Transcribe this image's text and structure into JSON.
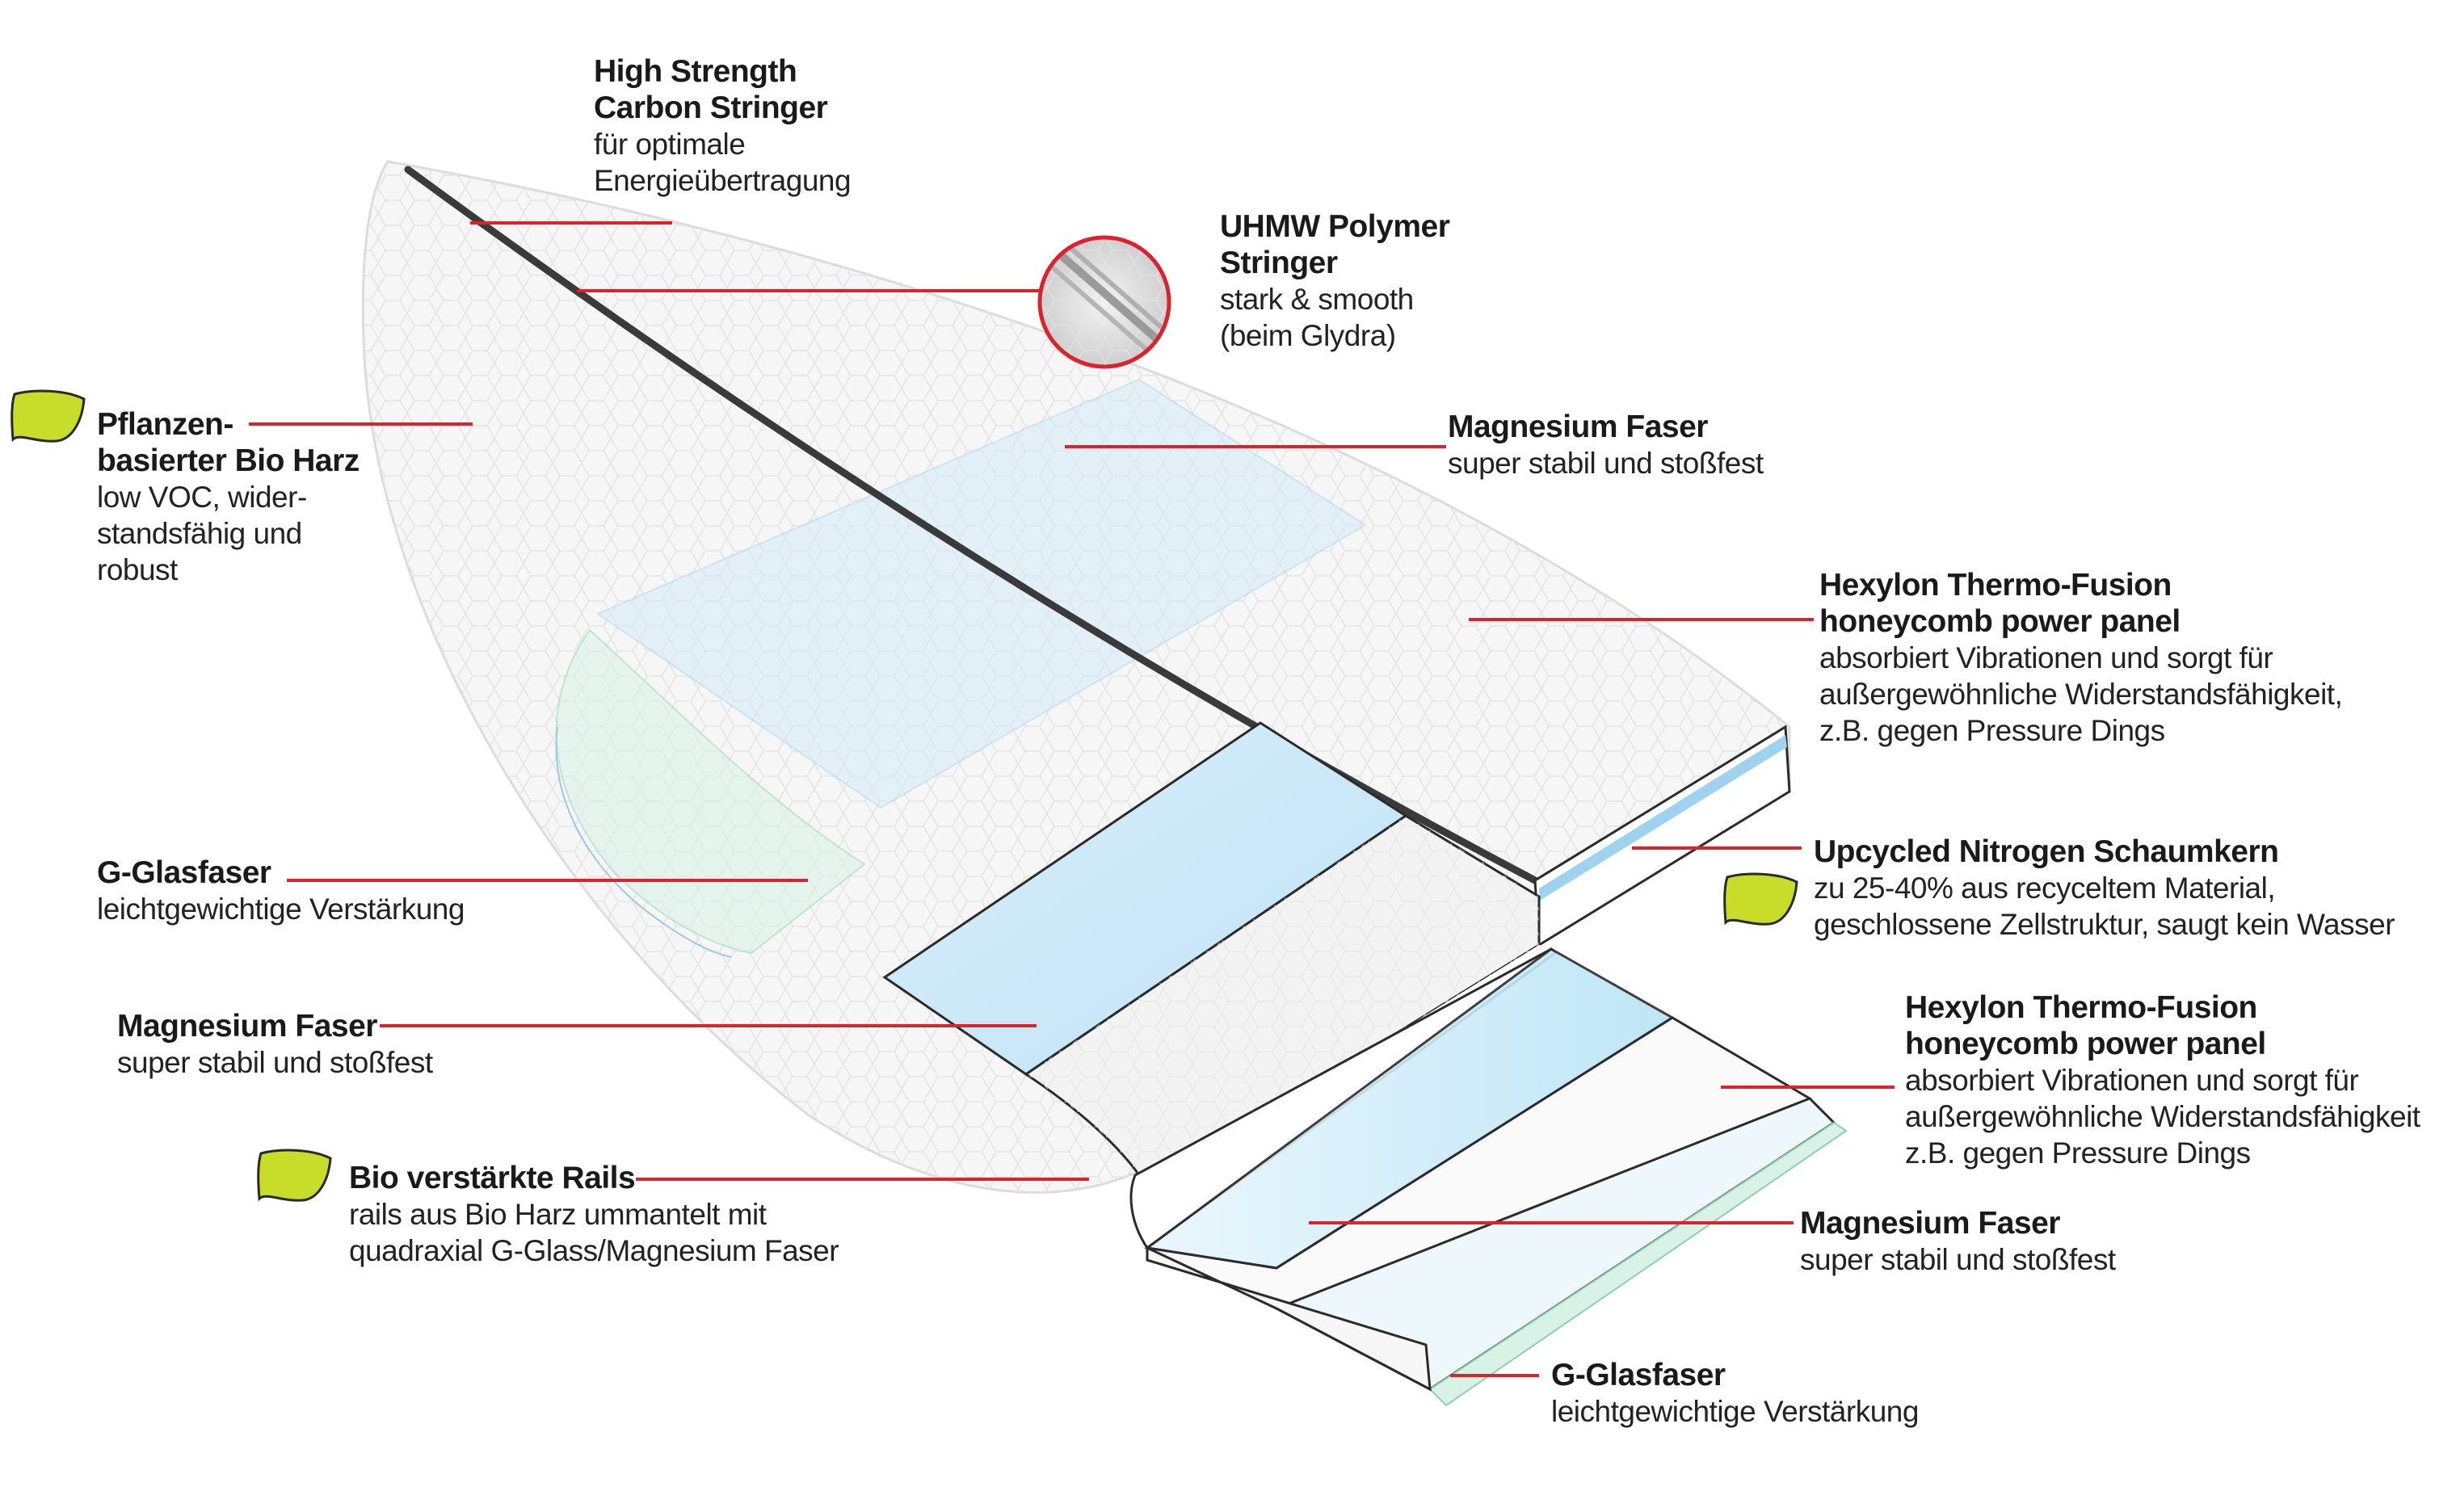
{
  "labels": {
    "carbon_stringer": {
      "title": [
        "High Strength",
        "Carbon Stringer"
      ],
      "desc": [
        "für optimale",
        "Energieübertragung"
      ]
    },
    "uhmw_stringer": {
      "title": [
        "UHMW Polymer",
        "Stringer"
      ],
      "desc": [
        "stark & smooth",
        "(beim Glydra)"
      ]
    },
    "bio_harz": {
      "title": [
        "Pflanzen-",
        "basierter Bio Harz"
      ],
      "desc": [
        "low VOC, wider-",
        "standsfähig und",
        "robust"
      ]
    },
    "magnesium_top": {
      "title": [
        "Magnesium Faser"
      ],
      "desc": [
        "super stabil und stoßfest"
      ]
    },
    "hexylon_top": {
      "title": [
        "Hexylon Thermo-Fusion",
        "honeycomb power panel"
      ],
      "desc": [
        "absorbiert Vibrationen und sorgt für",
        "außergewöhnliche Widerstandsfähigkeit,",
        "z.B. gegen Pressure Dings"
      ]
    },
    "g_glas_left": {
      "title": [
        "G-Glasfaser"
      ],
      "desc": [
        "leichtgewichtige Verstärkung"
      ]
    },
    "nitrogen_core": {
      "title": [
        "Upcycled Nitrogen Schaumkern"
      ],
      "desc": [
        "zu 25-40% aus recyceltem Material,",
        "geschlossene Zellstruktur, saugt kein Wasser"
      ]
    },
    "magnesium_left": {
      "title": [
        "Magnesium Faser"
      ],
      "desc": [
        "super stabil und stoßfest"
      ]
    },
    "hexylon_bottom": {
      "title": [
        "Hexylon Thermo-Fusion",
        "honeycomb power panel"
      ],
      "desc": [
        "absorbiert Vibrationen und sorgt für",
        "außergewöhnliche Widerstandsfähigkeit",
        "z.B. gegen Pressure Dings"
      ]
    },
    "bio_rails": {
      "title": [
        "Bio verstärkte Rails"
      ],
      "desc": [
        "rails aus Bio Harz ummantelt mit",
        "quadraxial G-Glass/Magnesium Faser"
      ]
    },
    "magnesium_bottom": {
      "title": [
        "Magnesium Faser"
      ],
      "desc": [
        "super stabil und stoßfest"
      ]
    },
    "g_glas_bottom": {
      "title": [
        "G-Glasfaser"
      ],
      "desc": [
        "leichtgewichtige Verstärkung"
      ]
    }
  },
  "colors": {
    "leader_line": "#d9232d",
    "eco_leaf": "#c8dc2a",
    "eco_leaf_outline": "#2a2a2a",
    "stringer": "#3a3a3a",
    "magnesium_fiber": "#cde9f7",
    "glass_fiber": "#d6f1e6",
    "board_shell": "#f4f4f4",
    "board_outline": "#2b2b2b"
  },
  "icons": [
    "eco-leaf-icon",
    "stringer-magnifier-icon"
  ]
}
